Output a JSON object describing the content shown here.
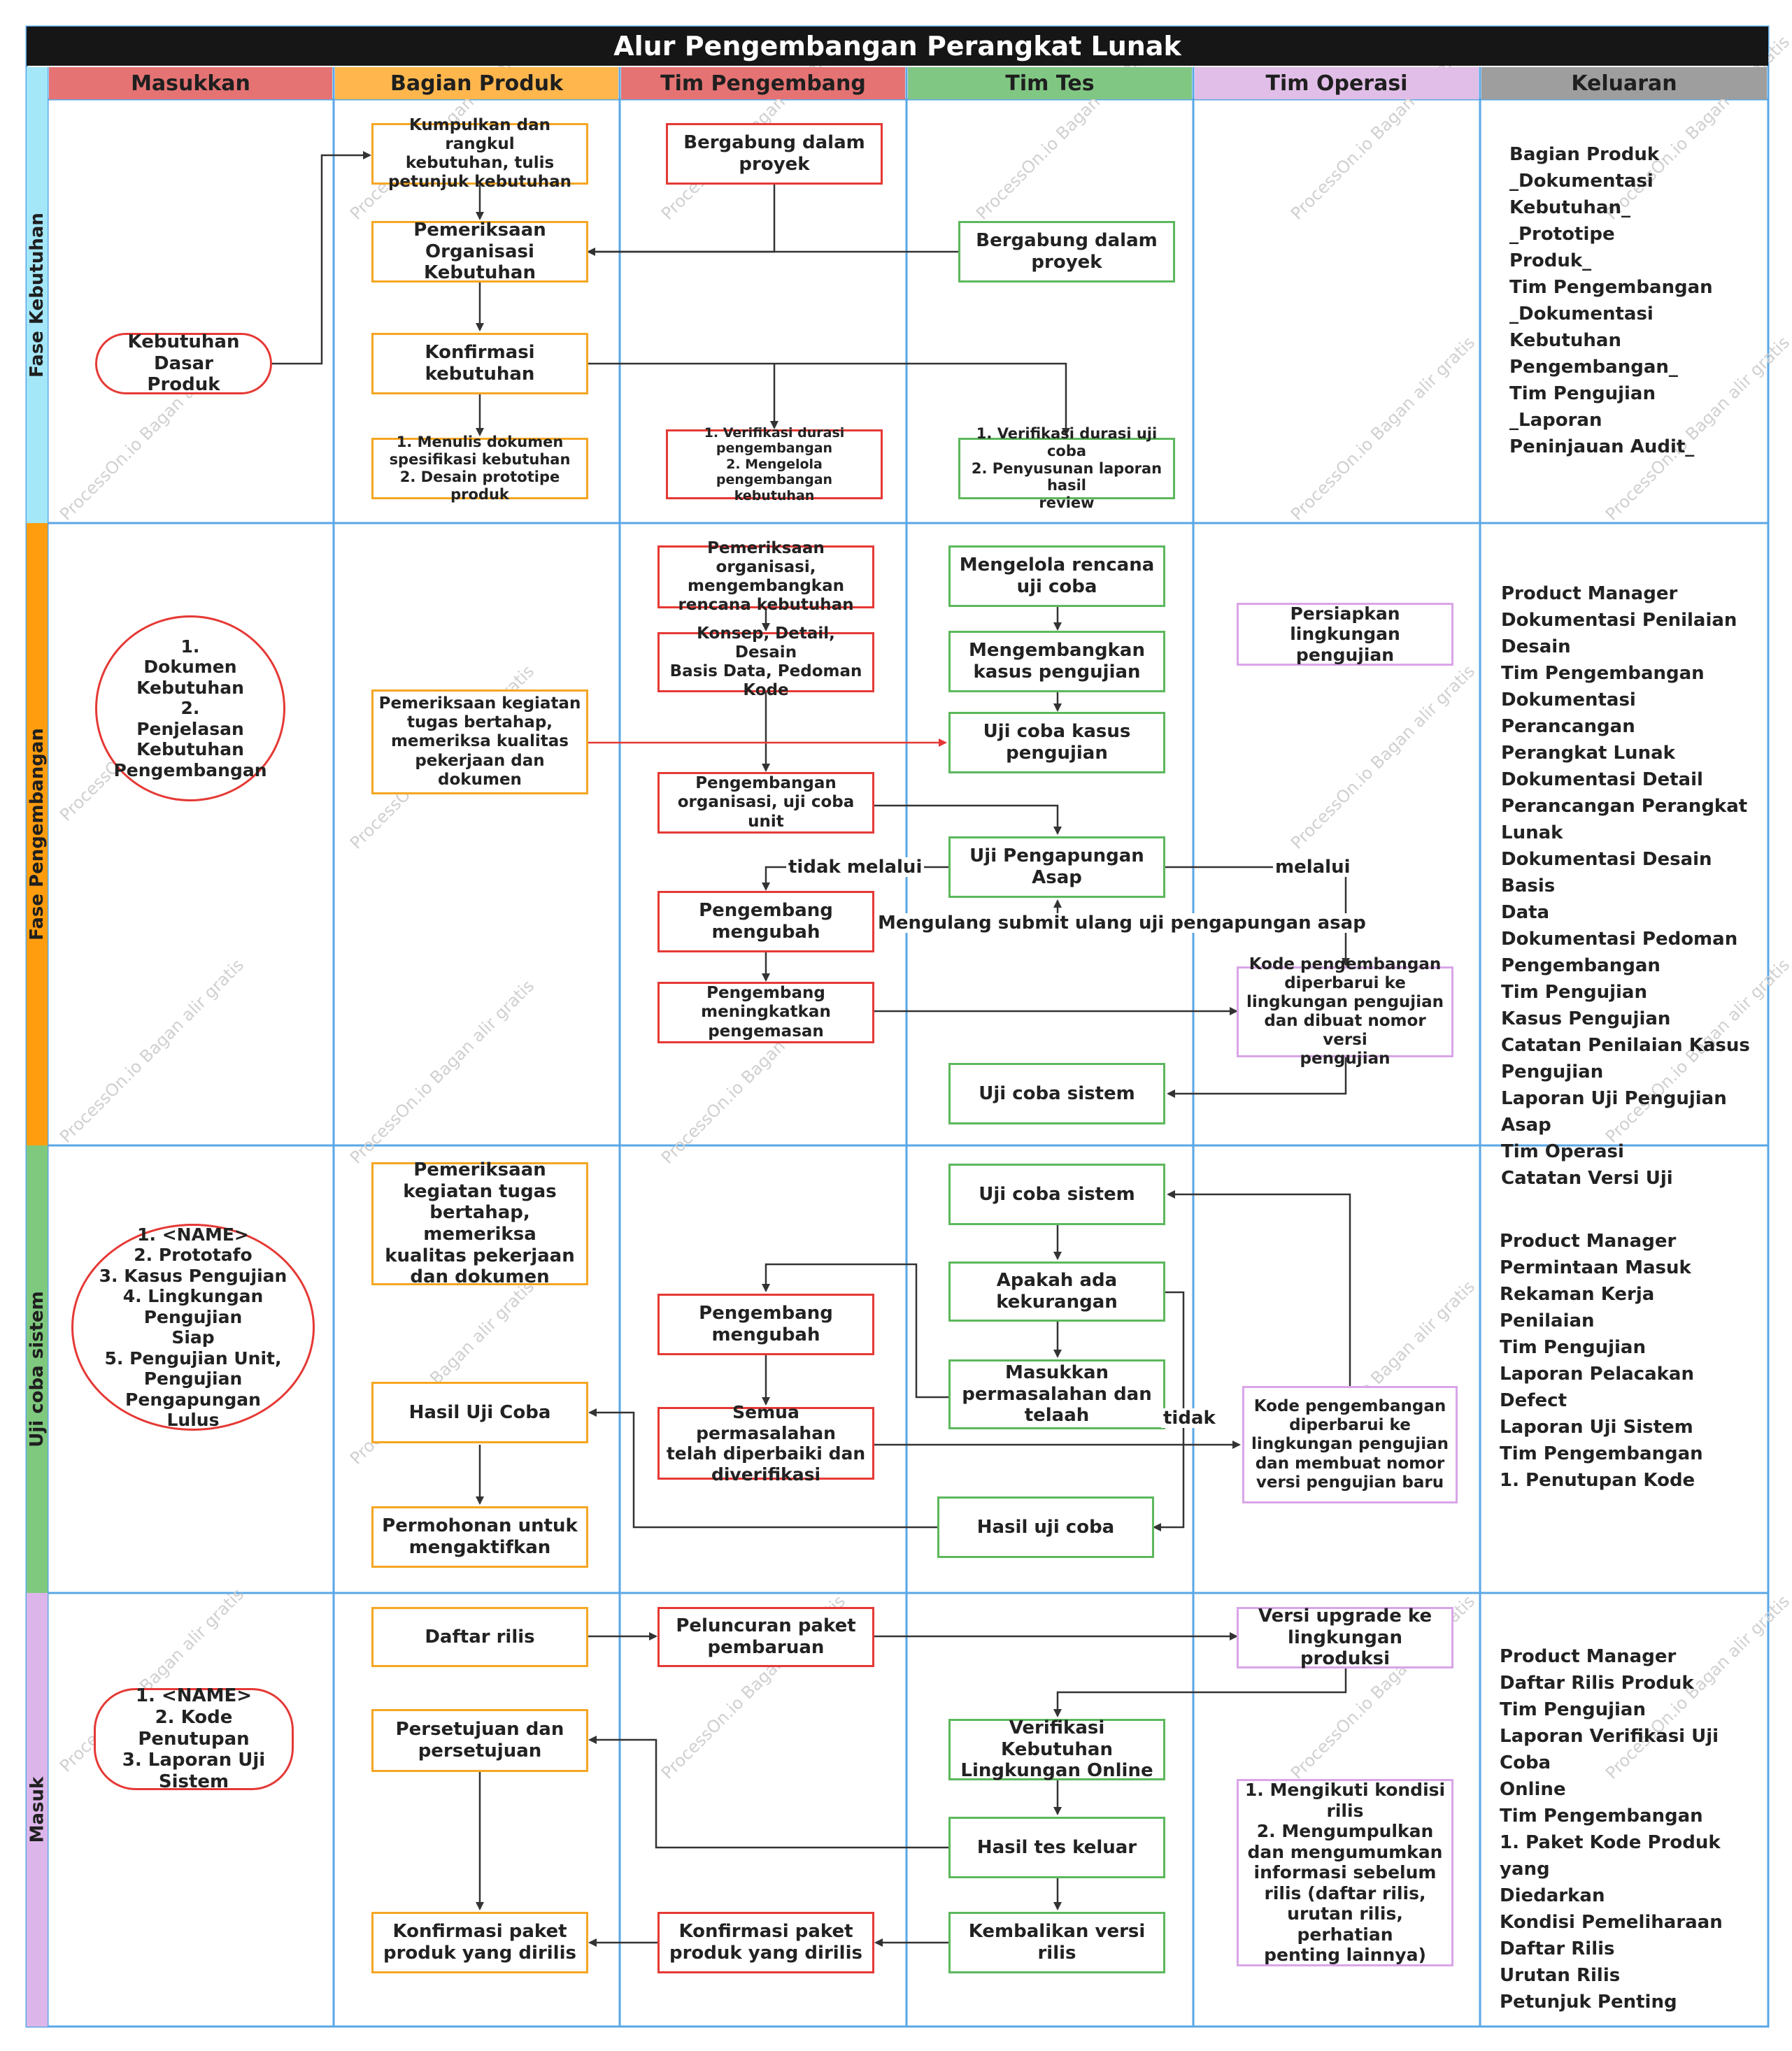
{
  "title": "Alur Pengembangan Perangkat Lunak",
  "columns": [
    "Masukkan",
    "Bagian Produk",
    "Tim Pengembang",
    "Tim Tes",
    "Tim Operasi",
    "Keluaran"
  ],
  "phases": [
    "Fase Kebutuhan",
    "Fase Pengembangan",
    "Uji coba sistem",
    "Masuk"
  ],
  "colors": {
    "title_bg": "#161616",
    "lane_border": "#5aa7e6",
    "phase_colors": [
      "#a4e7f8",
      "#ff9d0f",
      "#7fc97f",
      "#dcb6ea"
    ],
    "col_head_colors": [
      "#e57373",
      "#ffb74d",
      "#e57373",
      "#81c784",
      "#e1bee7",
      "#9e9e9e"
    ],
    "orange": "#f5a623",
    "red": "#e53935",
    "green": "#5cb85c",
    "purple": "#d9a5e8",
    "red_connector": "#e53935",
    "dark_connector": "#333333"
  },
  "watermark": "ProcessOn.io Bagan alir gratis",
  "nodes": {
    "r1_input": "Kebutuhan Dasar\nProduk",
    "r1_collect": "Kumpulkan dan rangkul\nkebutuhan, tulis\npetunjuk kebutuhan",
    "r1_review": "Pemeriksaan\nOrganisasi\nKebutuhan",
    "r1_confirm": "Konfirmasi\nkebutuhan",
    "r1_write": "1. Menulis dokumen\nspesifikasi kebutuhan\n2. Desain prototipe produk",
    "r1_dev_join": "Bergabung dalam\nproyek",
    "r1_dev_verify": "1. Verifikasi durasi\npengembangan\n2. Mengelola pengembangan\nkebutuhan",
    "r1_test_join": "Bergabung dalam\nproyek",
    "r1_test_verify": "1. Verifikasi durasi uji coba\n2. Penyusunan laporan hasil\nreview",
    "r2_input": "1.\nDokumen\nKebutuhan\n2.\nPenjelasan\nKebutuhan\nPengembangan",
    "r2_check": "Pemeriksaan kegiatan\ntugas bertahap,\nmemeriksa kualitas\npekerjaan dan\ndokumen",
    "r2_dev_review": "Pemeriksaan organisasi,\nmengembangkan\nrencana kebutuhan",
    "r2_dev_concept": "Konsep, Detail, Desain\nBasis Data, Pedoman\nKode",
    "r2_dev_unit": "Pengembangan\norganisasi, uji coba\nunit",
    "r2_dev_change": "Pengembang\nmengubah",
    "r2_dev_package": "Pengembang\nmeningkatkan\npengemasan",
    "r2_test_plan": "Mengelola rencana\nuji coba",
    "r2_test_cases": "Mengembangkan\nkasus pengujian",
    "r2_test_trial": "Uji coba kasus\npengujian",
    "r2_test_smoke": "Uji Pengapungan\nAsap",
    "r2_test_system": "Uji coba sistem",
    "r2_ops_prepare": "Persiapkan\nlingkungan\npengujian",
    "r2_ops_code": "Kode pengembangan\ndiperbarui ke\nlingkungan pengujian\ndan dibuat nomor versi\npengujian",
    "r3_input": "1. <NAME>\n2. Prototafo\n3. Kasus Pengujian\n4. Lingkungan Pengujian\nSiap\n5. Pengujian Unit,\nPengujian Pengapungan\nLulus",
    "r3_check": "Pemeriksaan\nkegiatan tugas\nbertahap, memeriksa\nkualitas pekerjaan\ndan dokumen",
    "r3_result": "Hasil Uji Coba",
    "r3_activate": "Permohonan untuk\nmengaktifkan",
    "r3_dev_change": "Pengembang\nmengubah",
    "r3_dev_fixed": "Semua permasalahan\ntelah diperbaiki dan\ndiverifikasi",
    "r3_test_system": "Uji coba sistem",
    "r3_test_defect": "Apakah ada\nkekurangan",
    "r3_test_enter": "Masukkan\npermasalahan dan\ntelaah",
    "r3_test_result": "Hasil uji coba",
    "r3_ops_code": "Kode pengembangan\ndiperbarui ke\nlingkungan pengujian\ndan membuat nomor\nversi pengujian baru",
    "r4_input": "1. <NAME>\n2. Kode Penutupan\n3. Laporan Uji\nSistem",
    "r4_release_list": "Daftar rilis",
    "r4_approval": "Persetujuan dan\npersetujuan",
    "r4_confirm_pkg": "Konfirmasi paket\nproduk yang dirilis",
    "r4_dev_launch": "Peluncuran paket\npembaruan",
    "r4_dev_confirm": "Konfirmasi paket\nproduk yang dirilis",
    "r4_test_verify": "Verifikasi Kebutuhan\nLingkungan Online",
    "r4_test_result": "Hasil tes keluar",
    "r4_test_return": "Kembalikan versi rilis",
    "r4_ops_upgrade": "Versi upgrade ke\nlingkungan produksi",
    "r4_ops_notes": "1. Mengikuti kondisi\nrilis\n2. Mengumpulkan\ndan mengumumkan\ninformasi sebelum\nrilis (daftar rilis,\nurutan rilis, perhatian\npenting lainnya)"
  },
  "labels": {
    "not_pass": "tidak melalui",
    "pass": "melalui",
    "repeat_submit": "Mengulang submit ulang uji pengapungan asap",
    "no": "tidak"
  },
  "outputs": {
    "phase1": "Bagian Produk\n        _Dokumentasi\nKebutuhan_\n        _Prototipe\nProduk_\nTim Pengembangan\n        _Dokumentasi\nKebutuhan\nPengembangan_\nTim Pengujian\n         _Laporan\nPeninjauan Audit_",
    "phase2": "Product Manager\nDokumentasi Penilaian\nDesain\nTim Pengembangan\nDokumentasi Perancangan\nPerangkat Lunak\nDokumentasi Detail\nPerancangan Perangkat\nLunak\nDokumentasi Desain Basis\nData\nDokumentasi Pedoman\nPengembangan\nTim Pengujian\nKasus Pengujian\nCatatan Penilaian Kasus\nPengujian\nLaporan Uji Pengujian Asap\nTim Operasi\nCatatan Versi Uji",
    "phase3": "Product Manager\n       Permintaan Masuk\n       Rekaman Kerja\nPenilaian\nTim Pengujian\n       Laporan Pelacakan\nDefect\n       Laporan Uji Sistem\nTim Pengembangan\n        1. Penutupan Kode",
    "phase4": "Product Manager\nDaftar Rilis Produk\nTim Pengujian\nLaporan Verifikasi Uji Coba\nOnline\nTim Pengembangan\n1. Paket Kode Produk yang\nDiedarkan\nKondisi Pemeliharaan\nDaftar Rilis\nUrutan Rilis\nPetunjuk Penting"
  }
}
